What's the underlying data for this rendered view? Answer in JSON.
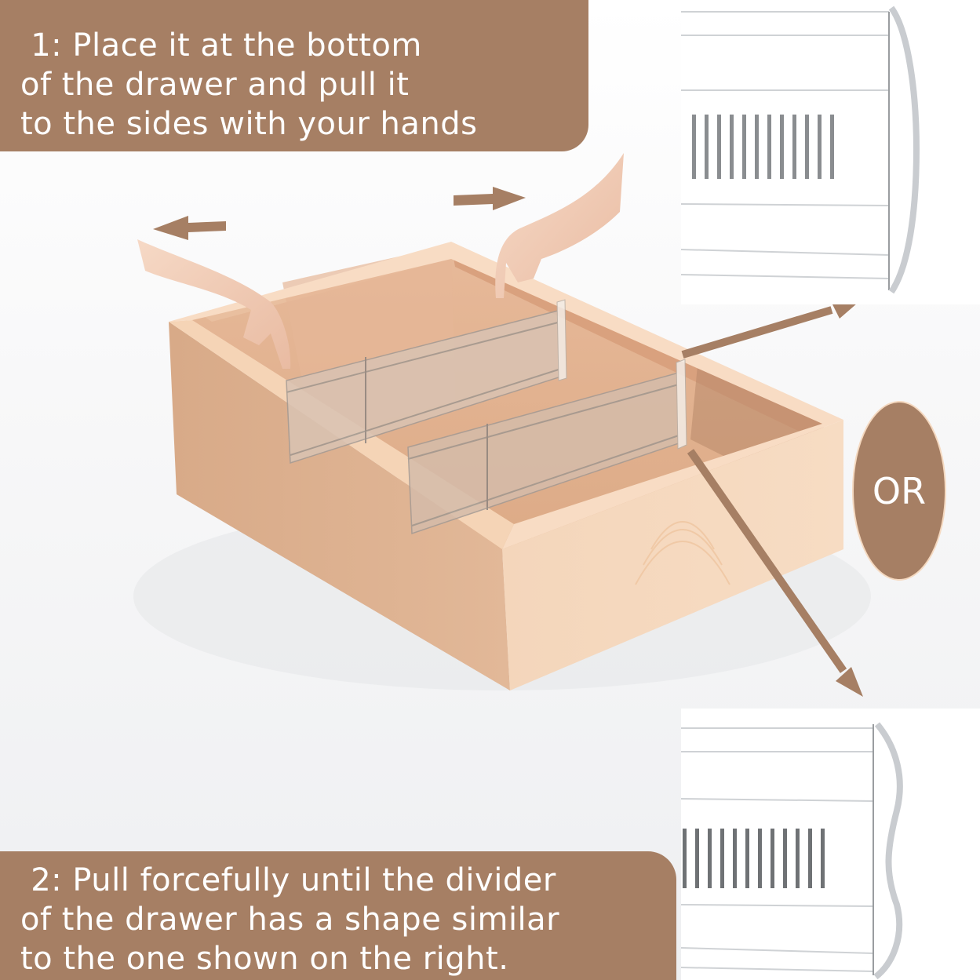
{
  "step1": {
    "text": " 1: Place it at the bottom\nof the drawer and pull it\nto the sides with your hands"
  },
  "step2": {
    "text": " 2: Pull forcefully until the divider\nof the drawer has a shape similar\nto the one shown on the right."
  },
  "or_badge": {
    "label": "OR"
  },
  "colors": {
    "accent": "#a67f64",
    "wood_light": "#f2d3b6",
    "wood_mid": "#e8bf9c",
    "wood_dark": "#d9a581",
    "divider": "#c9c4c0"
  },
  "illustration": {
    "main": "drawer-with-two-expandable-dividers-and-hands",
    "detail_top": "divider-end-curved-outward",
    "detail_bottom": "divider-end-wavy-s-curve"
  }
}
